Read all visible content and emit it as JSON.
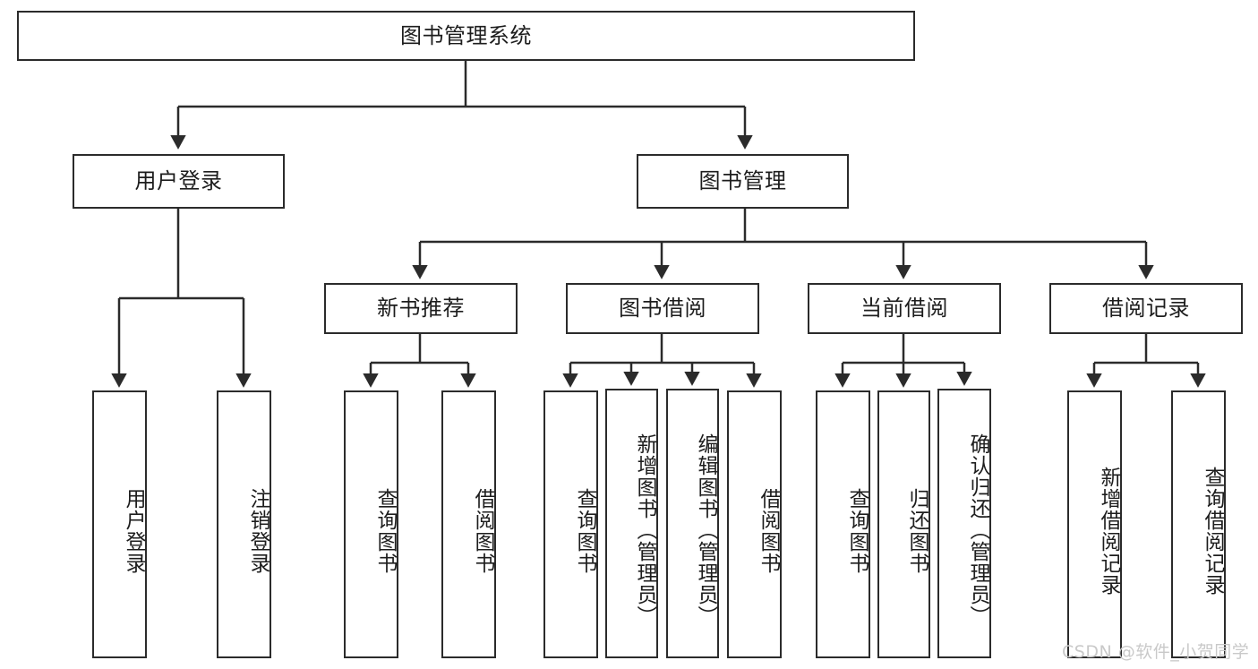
{
  "diagram": {
    "title_node": {
      "label": "图书管理系统"
    },
    "level1": [
      {
        "label": "用户登录"
      },
      {
        "label": "图书管理"
      }
    ],
    "level2": [
      {
        "label": "新书推荐"
      },
      {
        "label": "图书借阅"
      },
      {
        "label": "当前借阅"
      },
      {
        "label": "借阅记录"
      }
    ],
    "leaves": {
      "user_login": [
        {
          "label": "用户登录"
        },
        {
          "label": "注销登录"
        }
      ],
      "new_book_recommend": [
        {
          "label": "查询图书"
        },
        {
          "label": "借阅图书"
        }
      ],
      "book_borrow": [
        {
          "label": "查询图书"
        },
        {
          "label": "新增图书（管理员）"
        },
        {
          "label": "编辑图书（管理员）"
        },
        {
          "label": "借阅图书"
        }
      ],
      "current_borrow": [
        {
          "label": "查询图书"
        },
        {
          "label": "归还图书"
        },
        {
          "label": "确认归还（管理员）"
        }
      ],
      "borrow_record": [
        {
          "label": "新增借阅记录"
        },
        {
          "label": "查询借阅记录"
        }
      ]
    }
  },
  "watermark": {
    "text": "CSDN @软件_小贺同学"
  },
  "colors": {
    "stroke": "#2b2b2b",
    "fill": "#ffffff",
    "text": "#1d1d1d",
    "watermark": "#c9c9c9"
  }
}
